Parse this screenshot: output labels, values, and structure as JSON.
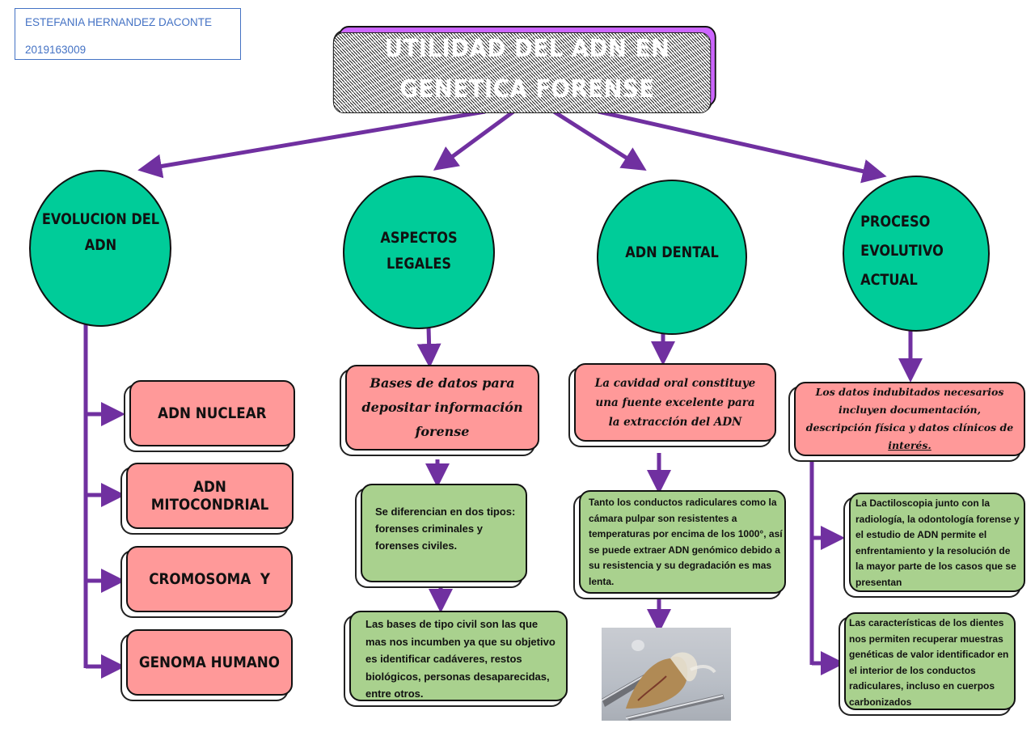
{
  "author": {
    "name": "ESTEFANIA HERNANDEZ DACONTE",
    "id": "2019163009"
  },
  "title": {
    "line1": "UTILIDAD DEL ADN EN",
    "line2": "GENETICA FORENSE"
  },
  "colors": {
    "title_fill": "#cc66ff",
    "circle_fill": "#00cc99",
    "pink_box": "#ff9999",
    "green_box": "#a9d18e",
    "connector": "#7030a0",
    "author_border": "#4472c4"
  },
  "branches": [
    {
      "circle": {
        "line1": "EVOLUCION DEL",
        "line2": "ADN"
      },
      "items": [
        "ADN NUCLEAR",
        "ADN MITOCONDRIAL",
        "CROMOSOMA  Y",
        "GENOMA HUMANO"
      ]
    },
    {
      "circle": {
        "line1": "ASPECTOS",
        "line2": "LEGALES"
      },
      "pink": {
        "line1": "Bases de datos para",
        "line2": "depositar información",
        "line3": "forense"
      },
      "green1": "Se diferencian en dos tipos: forenses criminales y forenses civiles.",
      "green2": "Las bases de tipo civil son las que mas nos incumben ya que su objetivo es identificar cadáveres, restos biológicos, personas desaparecidas, entre otros."
    },
    {
      "circle": {
        "line1": "ADN DENTAL"
      },
      "pink": {
        "line1": "La cavidad oral constituye",
        "line2": "una fuente excelente para",
        "line3": "la extracción del ADN"
      },
      "green1": "Tanto los conductos radiculares como la cámara pulpar son resistentes a temperaturas por encima de los 1000°, así se puede extraer ADN genómico debido a su resistencia y su degradación es mas lenta.",
      "image": "tooth-held-by-tweezers-photo"
    },
    {
      "circle": {
        "line1": "PROCESO",
        "line2": "EVOLUTIVO",
        "line3": "ACTUAL"
      },
      "pink": {
        "line1": "Los datos indubitados necesarios",
        "line2": "incluyen documentación,",
        "line3": "descripción física y datos clínicos de",
        "line4": "interés."
      },
      "green1": "La Dactiloscopia junto con la radiología, la odontología forense y el estudio de ADN permite el enfrentamiento y la resolución de la mayor parte de los casos que se presentan",
      "green2": "Las características de los dientes nos permiten recuperar muestras genéticas de valor identificador en el interior de los conductos radiculares, incluso en cuerpos carbonizados"
    }
  ]
}
